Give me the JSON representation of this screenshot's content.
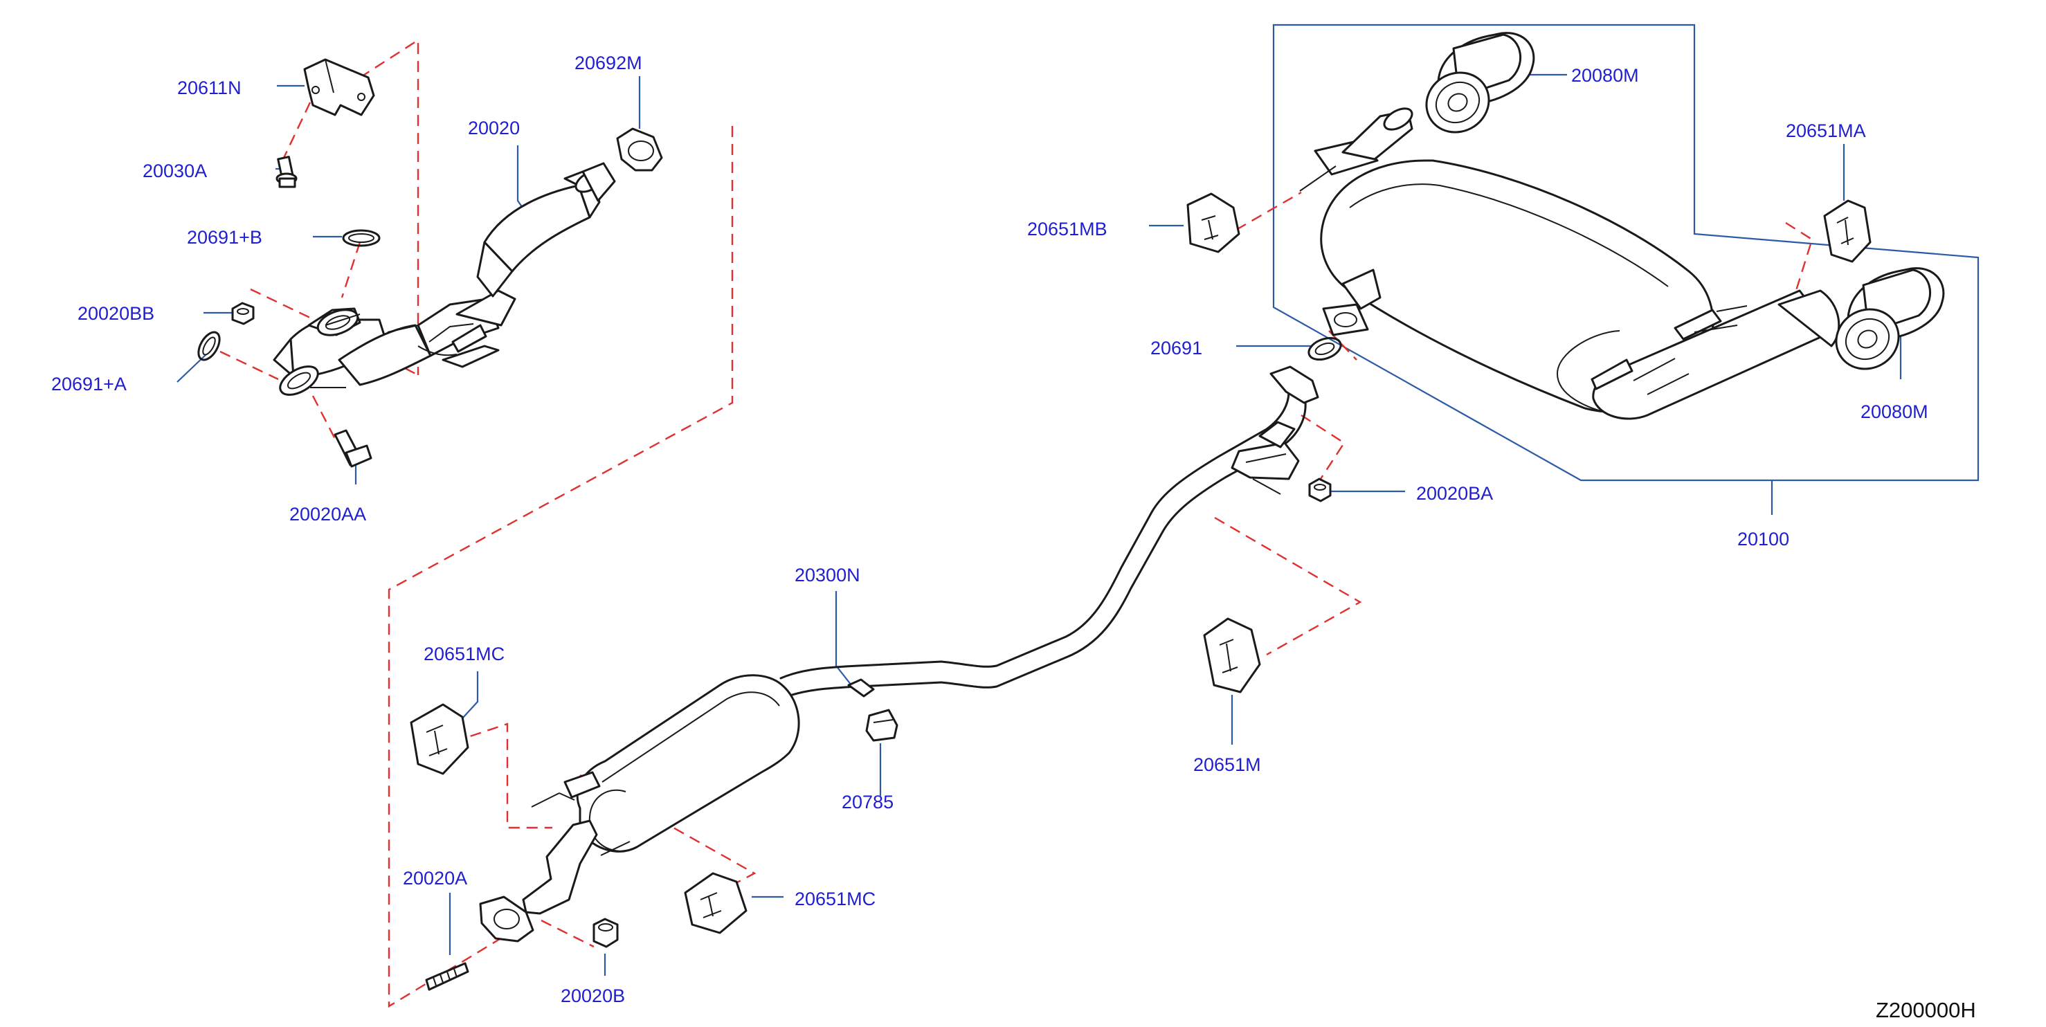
{
  "diagram": {
    "code": "Z200000H",
    "labels": {
      "p20611N": "20611N",
      "p20030A": "20030A",
      "p20691B": "20691+B",
      "p20020BB": "20020BB",
      "p20691A": "20691+A",
      "p20020AA": "20020AA",
      "p20020": "20020",
      "p20692M": "20692M",
      "p20080M_top": "20080M",
      "p20651MA": "20651MA",
      "p20651MB": "20651MB",
      "p20691": "20691",
      "p20080M_right": "20080M",
      "p20020BA": "20020BA",
      "p20100": "20100",
      "p20300N": "20300N",
      "p20651MC_left": "20651MC",
      "p20785": "20785",
      "p20651M": "20651M",
      "p20020A": "20020A",
      "p20020B": "20020B",
      "p20651MC_right": "20651MC"
    }
  }
}
